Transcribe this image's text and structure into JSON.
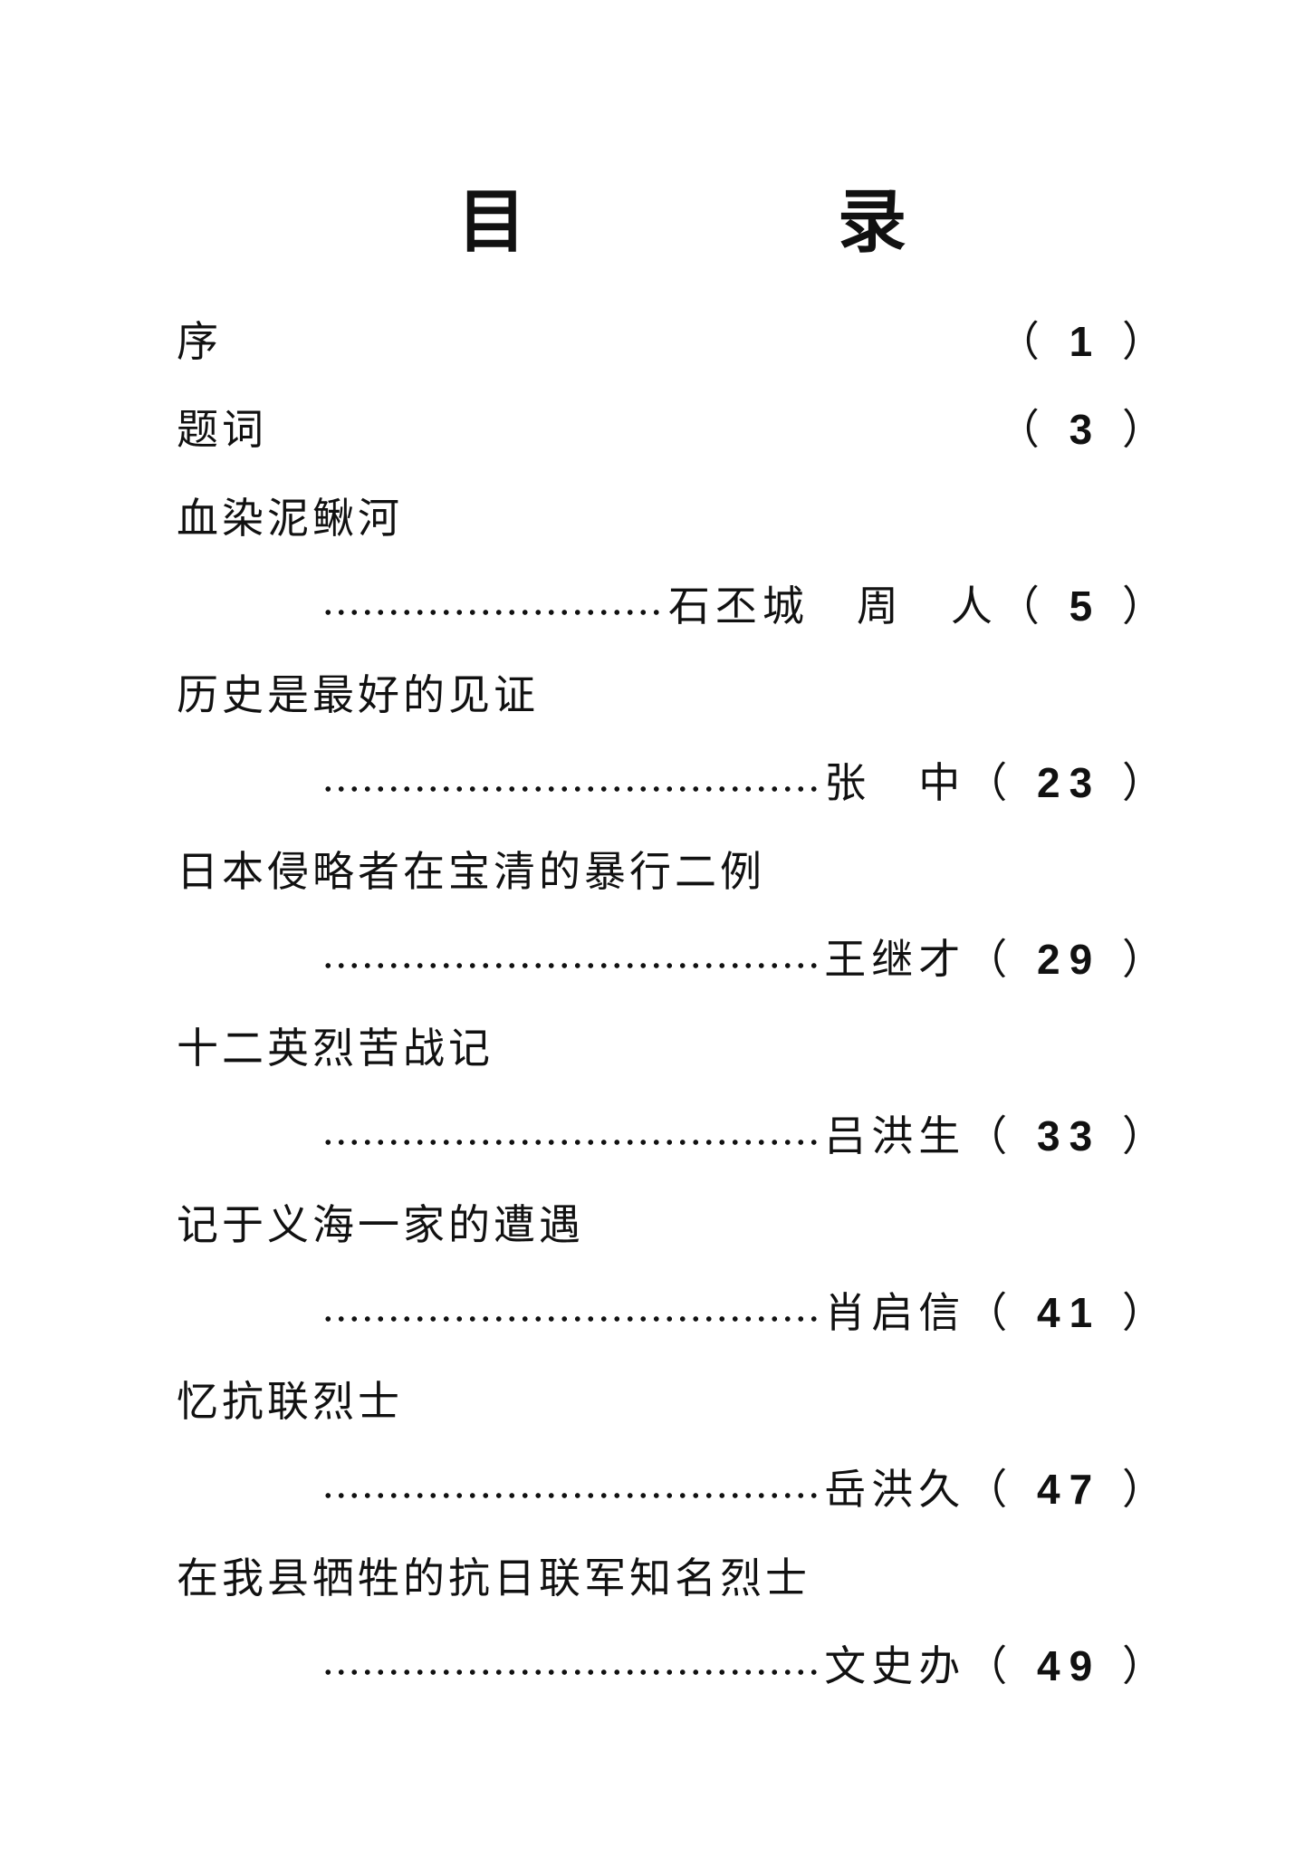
{
  "title": [
    "目",
    "录"
  ],
  "entries": [
    {
      "title": "序",
      "author": null,
      "page": "1"
    },
    {
      "title": "题词",
      "author": null,
      "page": "3"
    },
    {
      "title": "血染泥鳅河",
      "author": "石丕城　周　人",
      "page": "5"
    },
    {
      "title": "历史是最好的见证",
      "author": "张　中",
      "page": "23"
    },
    {
      "title": "日本侵略者在宝清的暴行二例",
      "author": "王继才",
      "page": "29"
    },
    {
      "title": "十二英烈苦战记",
      "author": "吕洪生",
      "page": "33"
    },
    {
      "title": "记于义海一家的遭遇",
      "author": "肖启信",
      "page": "41"
    },
    {
      "title": "忆抗联烈士",
      "author": "岳洪久",
      "page": "47"
    },
    {
      "title": "在我县牺牲的抗日联军知名烈士",
      "author": "文史办",
      "page": "49"
    }
  ]
}
